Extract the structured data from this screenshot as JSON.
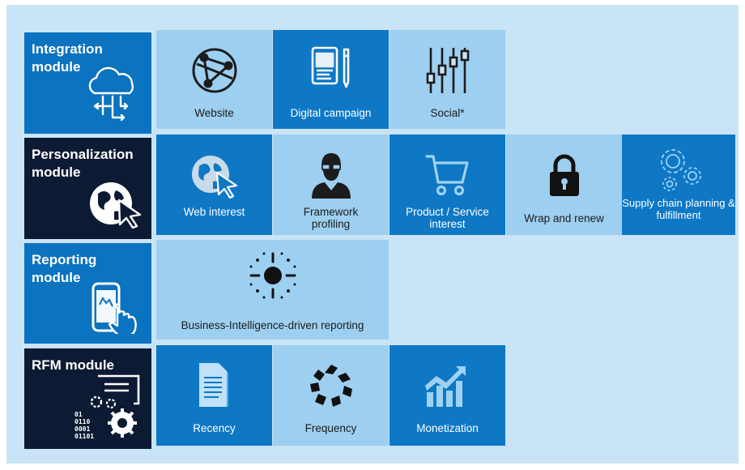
{
  "colors": {
    "panel": "#c9e4f6",
    "tile_light": "#9dcff0",
    "tile_blue": "#0e78c5",
    "label_blue": "#0b73c0",
    "label_navy": "#0d1a33"
  },
  "modules": {
    "integration": {
      "title": "Integration module",
      "icon": "cloud-network-icon",
      "tiles": [
        {
          "label": "Website",
          "icon": "globe-icon"
        },
        {
          "label": "Digital campaign",
          "icon": "tablet-pen-icon"
        },
        {
          "label": "Social*",
          "icon": "sliders-icon"
        }
      ]
    },
    "personalization": {
      "title": "Personalization module",
      "icon": "globe-cursor-icon",
      "tiles": [
        {
          "label": "Web interest",
          "icon": "globe-cursor-icon"
        },
        {
          "label": "Framework profiling",
          "icon": "person-icon"
        },
        {
          "label": "Product / Service interest",
          "icon": "cart-icon"
        },
        {
          "label": "Wrap and renew",
          "icon": "lock-icon"
        },
        {
          "label": "Supply chain planning & fulfillment",
          "icon": "gears-icon"
        }
      ]
    },
    "reporting": {
      "title": "Reporting module",
      "icon": "phone-touch-icon",
      "tiles": [
        {
          "label": "Business-Intelligence-driven reporting",
          "icon": "network-node-icon"
        }
      ]
    },
    "rfm": {
      "title": "RFM module",
      "icon": "binary-gears-icon",
      "binary_text": [
        "01",
        "0110",
        "0001",
        "01101"
      ],
      "tiles": [
        {
          "label": "Recency",
          "icon": "document-icon"
        },
        {
          "label": "Frequency",
          "icon": "cycle-arrows-icon"
        },
        {
          "label": "Monetization",
          "icon": "growth-chart-icon"
        }
      ]
    }
  }
}
